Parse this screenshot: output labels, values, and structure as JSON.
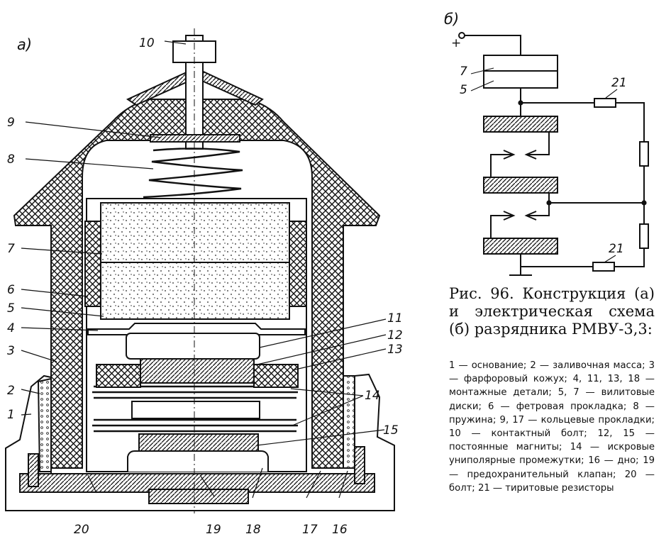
{
  "figure": {
    "panel_a_label": "а)",
    "panel_b_label": "б)",
    "part_labels": [
      "1",
      "2",
      "3",
      "4",
      "5",
      "6",
      "7",
      "8",
      "9",
      "10",
      "11",
      "12",
      "13",
      "14",
      "15",
      "16",
      "17",
      "18",
      "19",
      "20"
    ],
    "schematic_labels": {
      "plus": "+",
      "seven": "7",
      "five": "5",
      "r_top": "21",
      "r_bottom": "21"
    }
  },
  "caption": {
    "title": "Рис. 96. Конструкция (а) и электрическая схема (б) разрядника РМВУ-3,3:",
    "legend": "1 — основание; 2 — заливочная масса; 3 — фарфоровый кожух; 4, 11, 13, 18 — монтажные детали; 5, 7 — вилитовые диски; 6 — фетровая прокладка; 8 — пружина; 9, 17 — кольцевые прокладки; 10 — контактный болт; 12, 15 — постоянные магниты; 14 — искровые униполярные промежутки; 16 — дно; 19 — предохранительный клапан; 20 — болт; 21 — тиритовые резисторы"
  },
  "colors": {
    "ink": "#111111",
    "paper": "#ffffff"
  }
}
